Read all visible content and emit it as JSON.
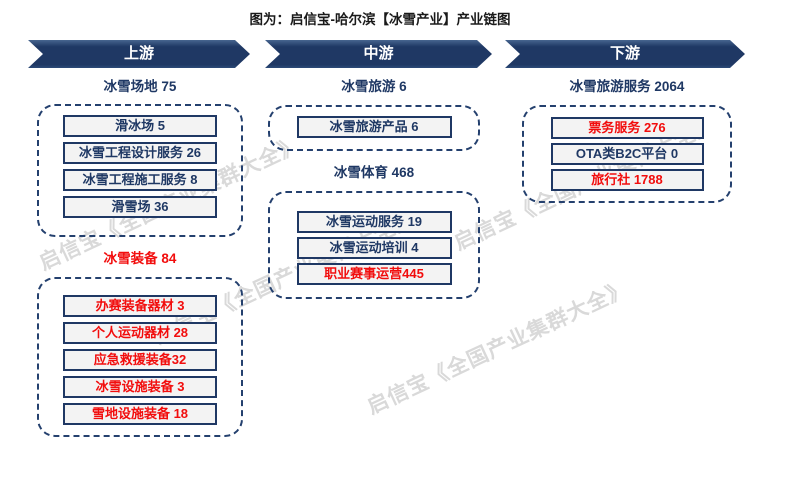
{
  "title": "图为：启信宝-哈尔滨【冰雪产业】产业链图",
  "watermark": {
    "text": "启信宝《全国产业集群大全》",
    "color": "#d9d9d9"
  },
  "colors": {
    "navy": "#1f3864",
    "red": "#f20d0d",
    "box_bg": "#f3f3f3",
    "arrow_bg": "#1f3864"
  },
  "stages": [
    {
      "label": "上游"
    },
    {
      "label": "中游"
    },
    {
      "label": "下游"
    }
  ],
  "columns": [
    {
      "stage": "上游",
      "groups": [
        {
          "heading": "冰雪场地 75",
          "heading_color": "#1f3864",
          "items": [
            {
              "label": "滑冰场 5",
              "color": "#1f3864"
            },
            {
              "label": "冰雪工程设计服务 26",
              "color": "#1f3864"
            },
            {
              "label": "冰雪工程施工服务 8",
              "color": "#1f3864"
            },
            {
              "label": "滑雪场 36",
              "color": "#1f3864"
            }
          ]
        },
        {
          "heading": "冰雪装备 84",
          "heading_color": "#f20d0d",
          "items": [
            {
              "label": "办赛装备器材 3",
              "color": "#f20d0d"
            },
            {
              "label": "个人运动器材 28",
              "color": "#f20d0d"
            },
            {
              "label": "应急救援装备32",
              "color": "#f20d0d"
            },
            {
              "label": "冰雪设施装备 3",
              "color": "#f20d0d"
            },
            {
              "label": "雪地设施装备 18",
              "color": "#f20d0d"
            }
          ]
        }
      ]
    },
    {
      "stage": "中游",
      "groups": [
        {
          "heading": "冰雪旅游 6",
          "heading_color": "#1f3864",
          "items": [
            {
              "label": "冰雪旅游产品 6",
              "color": "#1f3864"
            }
          ]
        },
        {
          "heading": "冰雪体育 468",
          "heading_color": "#1f3864",
          "items": [
            {
              "label": "冰雪运动服务 19",
              "color": "#1f3864"
            },
            {
              "label": "冰雪运动培训 4",
              "color": "#1f3864"
            },
            {
              "label": "职业赛事运营445",
              "color": "#f20d0d"
            }
          ]
        }
      ]
    },
    {
      "stage": "下游",
      "groups": [
        {
          "heading": "冰雪旅游服务 2064",
          "heading_color": "#1f3864",
          "items": [
            {
              "label": "票务服务 276",
              "color": "#f20d0d"
            },
            {
              "label": "OTA类B2C平台 0",
              "color": "#1f3864"
            },
            {
              "label": "旅行社 1788",
              "color": "#f20d0d"
            }
          ]
        }
      ]
    }
  ]
}
